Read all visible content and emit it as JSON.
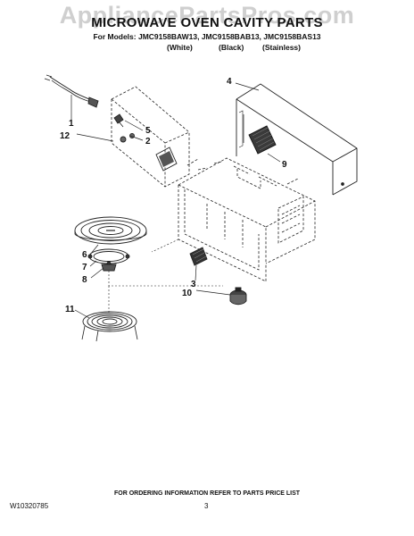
{
  "watermark": "AppliancePartsPros.com",
  "header": {
    "title": "MICROWAVE OVEN CAVITY PARTS",
    "models": "For Models: JMC9158BAW13, JMC9158BAB13, JMC9158BAS13",
    "finishes": [
      "(White)",
      "(Black)",
      "(Stainless)"
    ]
  },
  "callouts": [
    "1",
    "12",
    "5",
    "2",
    "4",
    "9",
    "6",
    "7",
    "8",
    "3",
    "10",
    "11"
  ],
  "footer": {
    "ordering": "FOR ORDERING INFORMATION REFER TO PARTS PRICE LIST",
    "doc_number": "W10320785",
    "page_number": "3"
  }
}
